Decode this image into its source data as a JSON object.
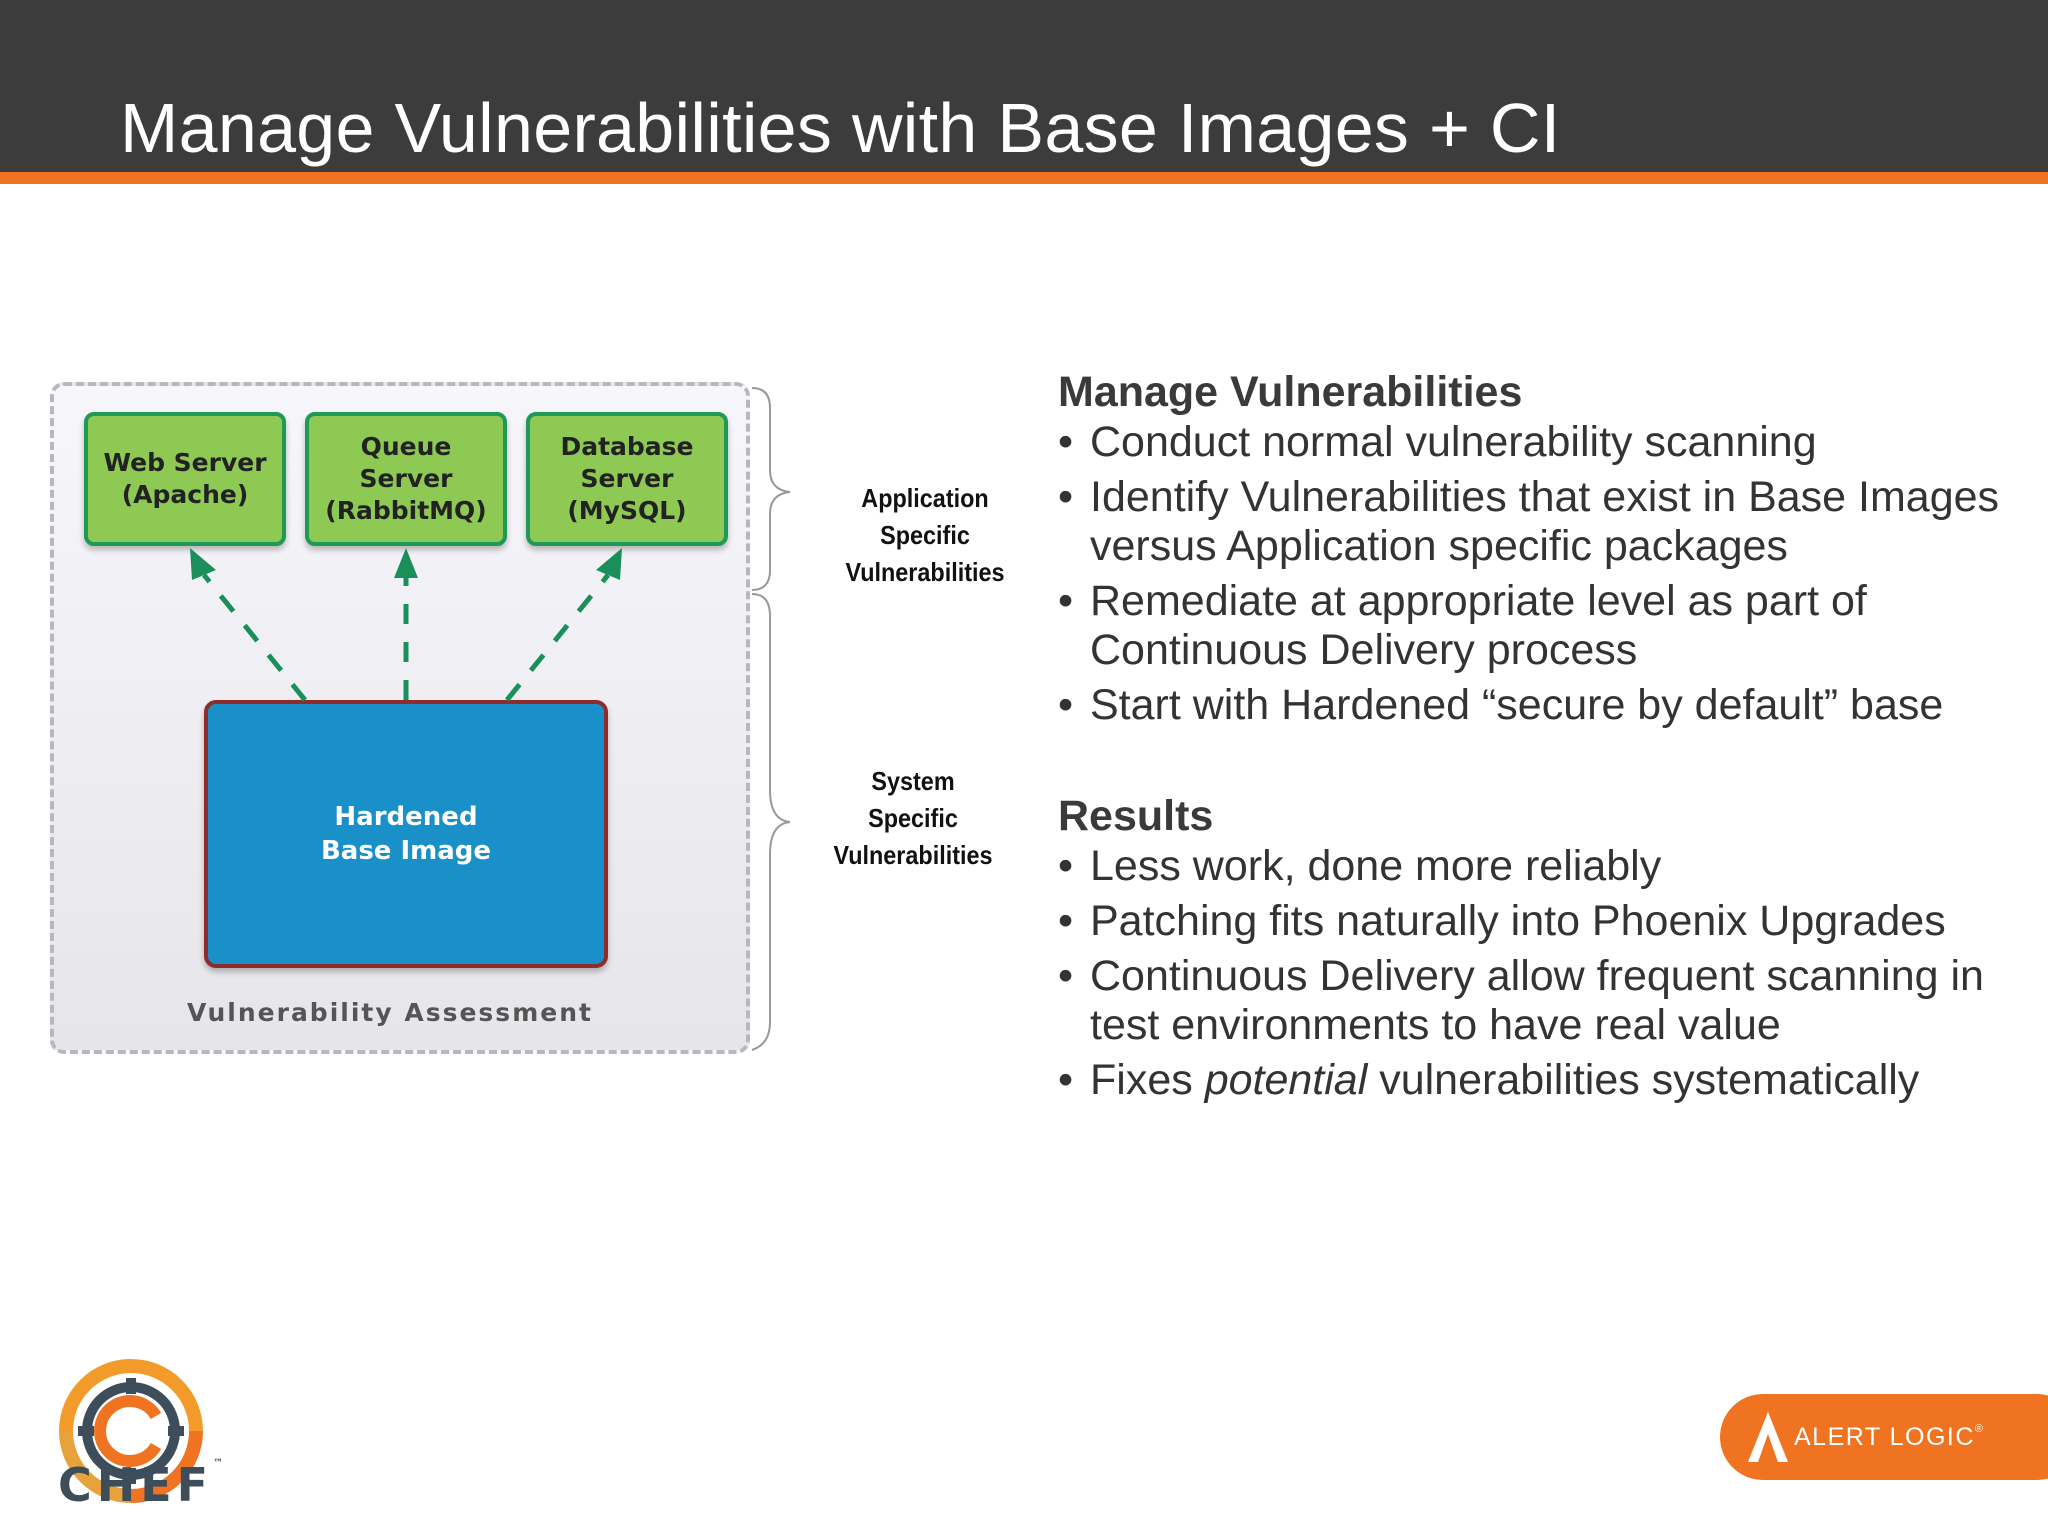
{
  "slide": {
    "title": "Manage Vulnerabilities with Base Images + CI"
  },
  "diagram": {
    "apps": [
      {
        "label": "Web Server\n(Apache)"
      },
      {
        "label": "Queue\nServer\n(RabbitMQ)"
      },
      {
        "label": "Database\nServer\n(MySQL)"
      }
    ],
    "base_image": "Hardened\nBase Image",
    "container_label": "Vulnerability Assessment",
    "brace_labels": {
      "application": "Application\nSpecific\nVulnerabilities",
      "system": "System\nSpecific\nVulnerabilities"
    },
    "colors": {
      "app_fill": "#8ec953",
      "app_border": "#1f9a56",
      "base_fill": "#1a90c8",
      "base_border": "#8f2b2b",
      "arrow": "#1a8f5a"
    }
  },
  "panel": {
    "manage": {
      "heading": "Manage Vulnerabilities",
      "bullets": [
        "Conduct normal vulnerability scanning",
        "Identify Vulnerabilities that exist in Base Images versus Application specific packages",
        "Remediate at appropriate level as part of Continuous Delivery process",
        "Start with Hardened “secure by default” base"
      ]
    },
    "results": {
      "heading": "Results",
      "bullets": [
        "Less work, done more reliably",
        "Patching fits naturally into Phoenix Upgrades",
        "Continuous Delivery allow frequent scanning in test environments to have real value"
      ],
      "last_bullet": {
        "before": "Fixes ",
        "emphasis": "potential",
        "after": " vulnerabilities systematically"
      }
    }
  },
  "logos": {
    "chef": "CHEF",
    "chef_tm": "™",
    "alert_logic": "ALERT LOGIC",
    "alert_logic_mark": "®",
    "brand_orange": "#f07321"
  }
}
